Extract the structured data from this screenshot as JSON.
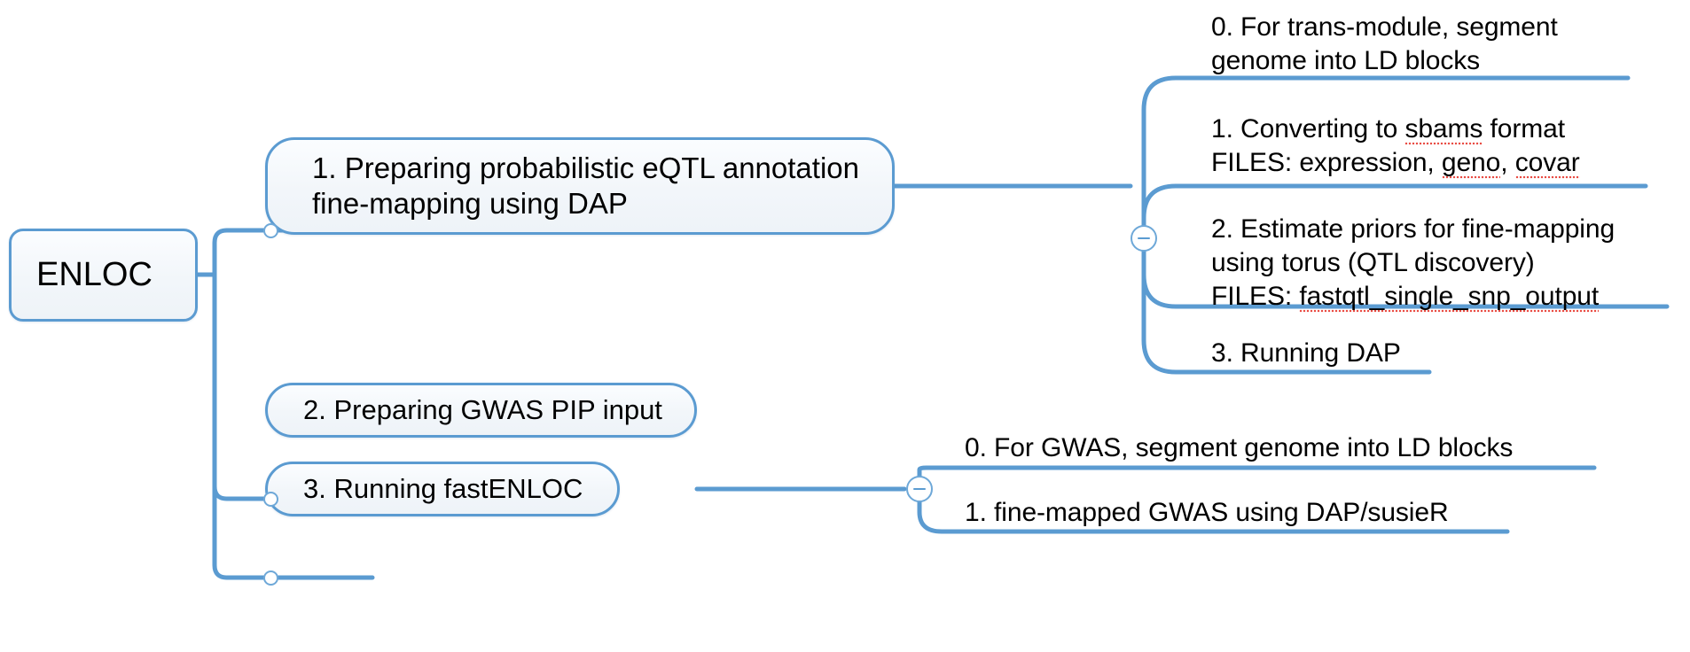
{
  "diagram": {
    "type": "mind-map",
    "title": "ENLOC",
    "orientation": "left-to-right",
    "colors": {
      "node_border": "#5b9bd1",
      "node_fill": "#f2f6fa",
      "connector": "#5b9bd1",
      "text": "#000000",
      "spellcheck_underline": "#e8463c",
      "background": "#ffffff"
    }
  },
  "root": {
    "label": "ENLOC"
  },
  "branches": [
    {
      "id": "branch-1",
      "label": "1. Preparing probabilistic eQTL annotation\nfine-mapping using DAP",
      "toggle": {
        "state": "expanded",
        "glyph": "minus"
      },
      "children": [
        {
          "id": "leaf-1-0",
          "label": "0. For trans-module, segment\ngenome into LD blocks",
          "misspelled": []
        },
        {
          "id": "leaf-1-1",
          "label": "1. Converting to sbams format\nFILES: expression, geno, covar",
          "misspelled": [
            "sbams",
            "geno",
            "covar"
          ]
        },
        {
          "id": "leaf-1-2",
          "label": "2. Estimate priors for fine-mapping\nusing torus (QTL discovery)\nFILES: fastqtl_single_snp_output",
          "misspelled": [
            "fastqtl_single_snp_output"
          ]
        },
        {
          "id": "leaf-1-3",
          "label": "3. Running DAP",
          "misspelled": []
        }
      ]
    },
    {
      "id": "branch-2",
      "label": "2. Preparing GWAS PIP input",
      "toggle": {
        "state": "expanded",
        "glyph": "minus"
      },
      "children": [
        {
          "id": "leaf-2-0",
          "label": "0. For GWAS, segment genome into LD blocks",
          "misspelled": []
        },
        {
          "id": "leaf-2-1",
          "label": "1. fine-mapped GWAS using DAP/susieR",
          "misspelled": []
        }
      ]
    },
    {
      "id": "branch-3",
      "label": "3. Running fastENLOC",
      "toggle": null,
      "children": []
    }
  ]
}
